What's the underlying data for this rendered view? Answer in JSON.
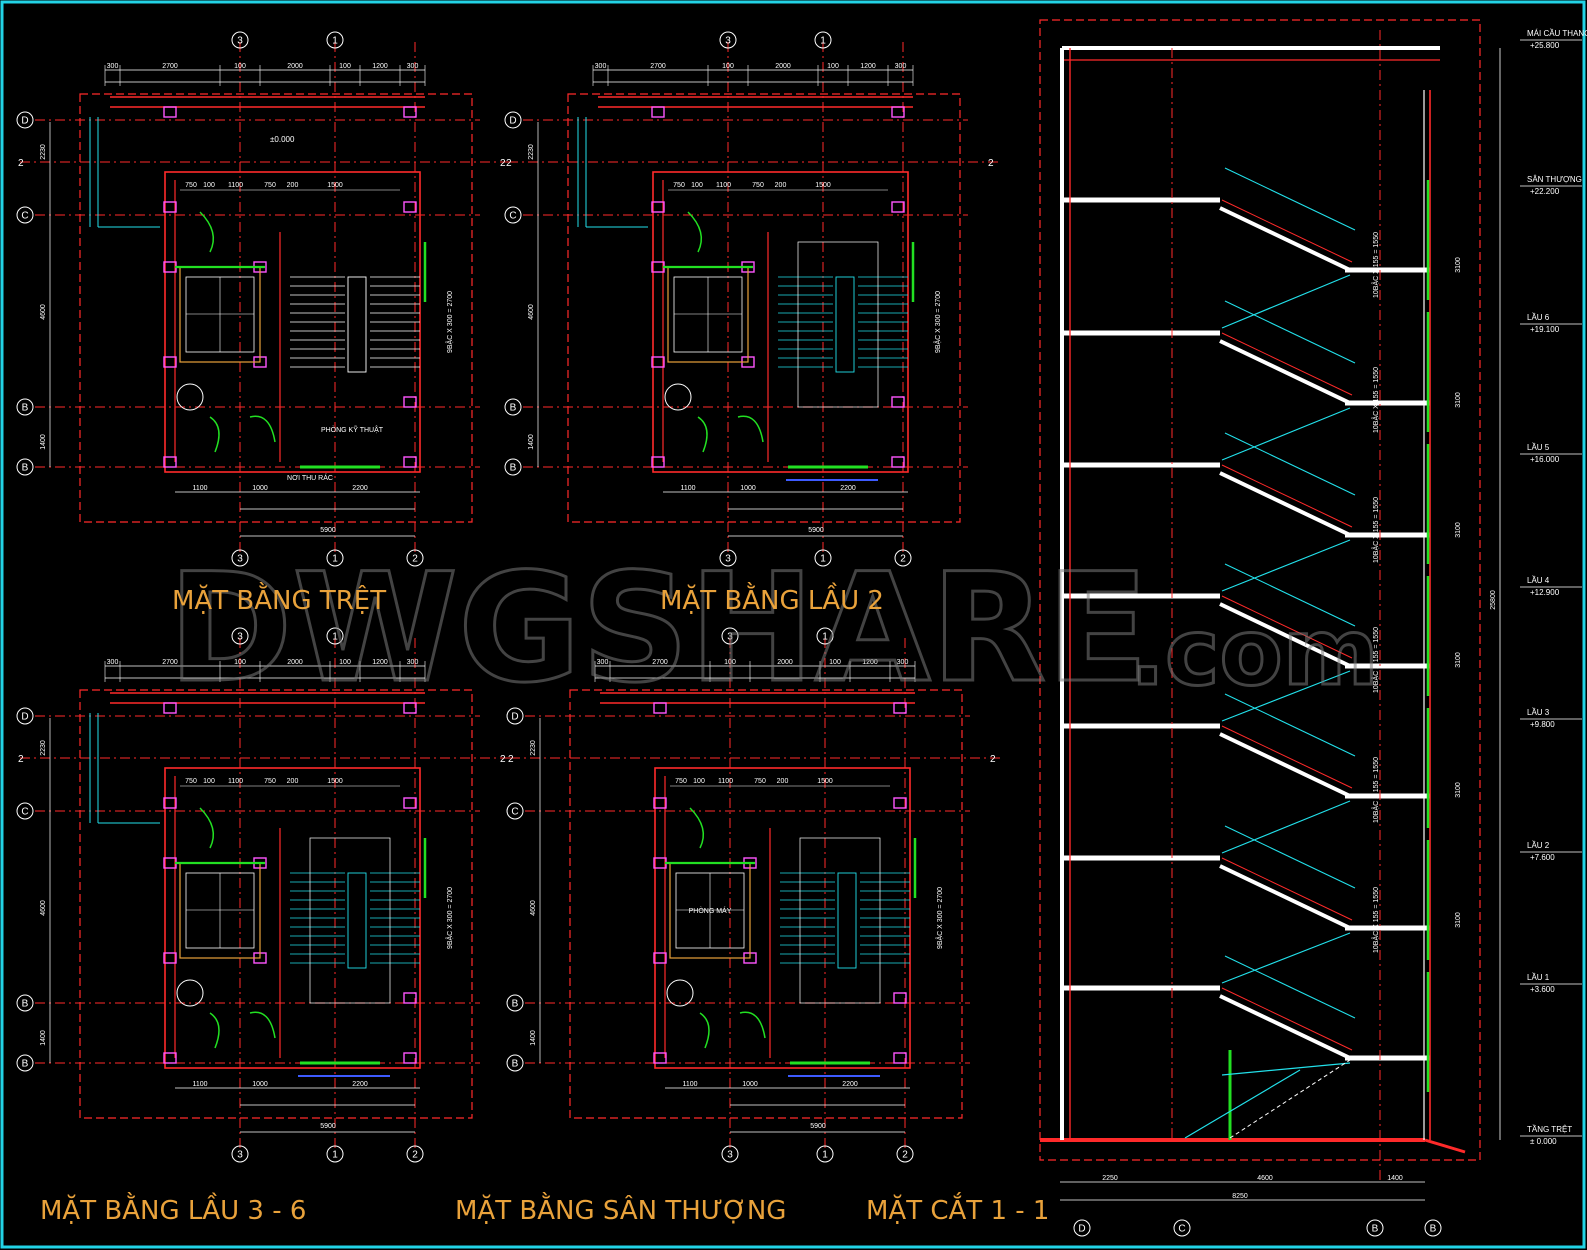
{
  "titles": {
    "ground": "MẶT BẰNG TRỆT",
    "floor2": "MẶT BẰNG LẦU  2",
    "floor36": "MẶT BẰNG LẦU  3 - 6",
    "roof": "MẶT BẰNG SÂN THƯỢNG",
    "section": "MẶT CẮT 1 - 1"
  },
  "watermark": {
    "main": "DWGSHARE",
    "suffix": ".com"
  },
  "grid_labels": {
    "row": [
      "D",
      "C",
      "B",
      "B"
    ],
    "col": [
      "3",
      "1",
      "2"
    ],
    "axis2": "2"
  },
  "room_labels": {
    "tech_room": "PHÒNG KỸ THUẬT",
    "waiting": "NƠI THU RÁC",
    "machine_room": "PHÒNG MÁY",
    "level_mark": "±0.000"
  },
  "section_levels": [
    {
      "name": "MÁI CẦU THANG",
      "value": "+25.800"
    },
    {
      "name": "SÂN THƯỢNG",
      "value": "+22.200"
    },
    {
      "name": "LẦU 6",
      "value": "+19.100"
    },
    {
      "name": "LẦU 5",
      "value": "+16.000"
    },
    {
      "name": "LẦU 4",
      "value": "+12.900"
    },
    {
      "name": "LẦU 3",
      "value": "+9.800"
    },
    {
      "name": "LẦU 2",
      "value": "+7.600"
    },
    {
      "name": "LẦU 1",
      "value": "+3.600"
    },
    {
      "name": "TẦNG TRỆT",
      "value": "± 0.000"
    }
  ],
  "section_dims": {
    "bottom": [
      "2250",
      "4600",
      "1400"
    ],
    "total": "8250",
    "height_total": "25800",
    "floor_h": "3100",
    "stair_note": "10BẬC X 155 = 1550"
  },
  "plan_dims": {
    "top": [
      "300",
      "2700",
      "100",
      "2000",
      "100",
      "1200",
      "300"
    ],
    "bottom": [
      "1100",
      "1000",
      "2200"
    ],
    "width": "5900",
    "left": [
      "2230",
      "4600",
      "1400"
    ],
    "mid": [
      "750",
      "100",
      "1100",
      "750",
      "200",
      "1500"
    ],
    "stair": "9BẬC X 300 = 2700"
  },
  "colors": {
    "red": "#ff2a2a",
    "cyan": "#22e0ea",
    "green": "#22e022",
    "magenta": "#ff55ff",
    "white": "#ffffff",
    "yellow": "#e9a23b",
    "blue": "#3d5bff",
    "frame": "#22d3e6"
  }
}
